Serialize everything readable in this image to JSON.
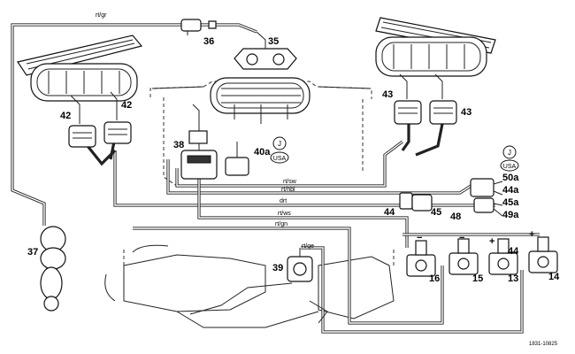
{
  "wire_labels": {
    "rt_gr": "rt/gr",
    "rt_sw": "rt/sw",
    "rt_hbl": "rt/hbl",
    "drt": "drt",
    "rt_ws": "rt/ws",
    "rt_gn": "rt/gn",
    "rt_ge": "rt/ge"
  },
  "part_labels": {
    "p36": "36",
    "p35": "35",
    "p42_a": "42",
    "p42_b": "42",
    "p43_a": "43",
    "p43_b": "43",
    "p38": "38",
    "p40a": "40a",
    "p50a": "50a",
    "p44a": "44a",
    "p45a": "45a",
    "p49a": "49a",
    "p44_a": "44",
    "p45": "45",
    "p48": "48",
    "p44_b": "44",
    "p37": "37",
    "p39": "39",
    "p16": "16",
    "p15": "15",
    "p13": "13",
    "p14": "14"
  },
  "badges": {
    "j_left": "J",
    "usa_left": "USA",
    "j_right": "J",
    "usa_right": "USA"
  },
  "signs": {
    "minus_1": "−",
    "minus_2": "−",
    "plus_1": "+",
    "plus_2": "+"
  },
  "reference_code": "1831-10825"
}
